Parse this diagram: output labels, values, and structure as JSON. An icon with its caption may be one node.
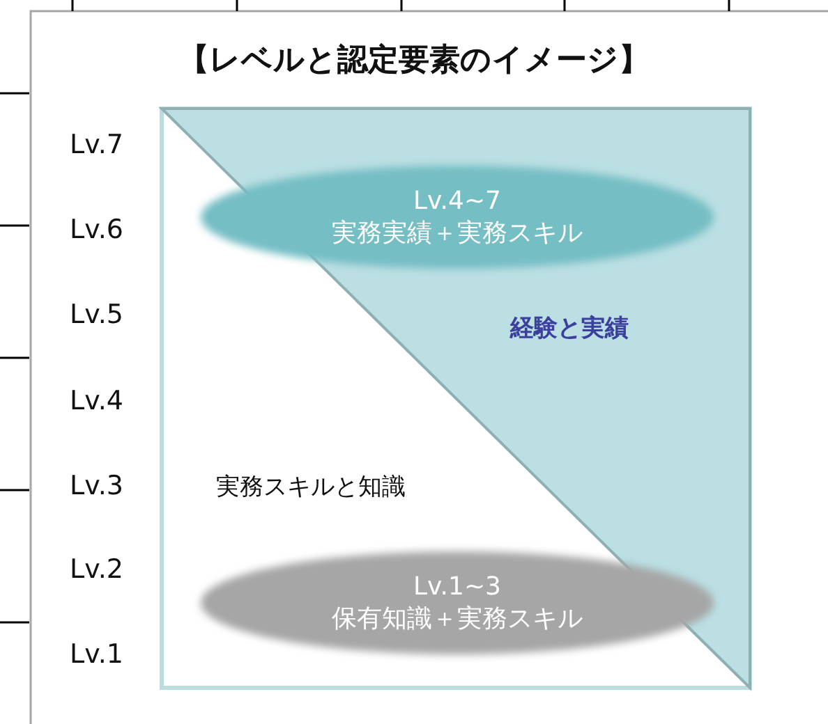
{
  "diagram": {
    "title": "【レベルと認定要素のイメージ】",
    "nodes": [
      {
        "text": [
          "Lv.4~7",
          "実務実績＋実務スキル"
        ]
      },
      {
        "text": [
          "Lv.1~3",
          "保有知識＋実務スキル"
        ]
      }
    ],
    "edges": [],
    "labels": [
      "Lv.7",
      "Lv.6",
      "Lv.5",
      "経験と実績",
      "Lv.4",
      "Lv.3",
      "実務スキルと知識",
      "Lv.2",
      "Lv.1"
    ]
  }
}
